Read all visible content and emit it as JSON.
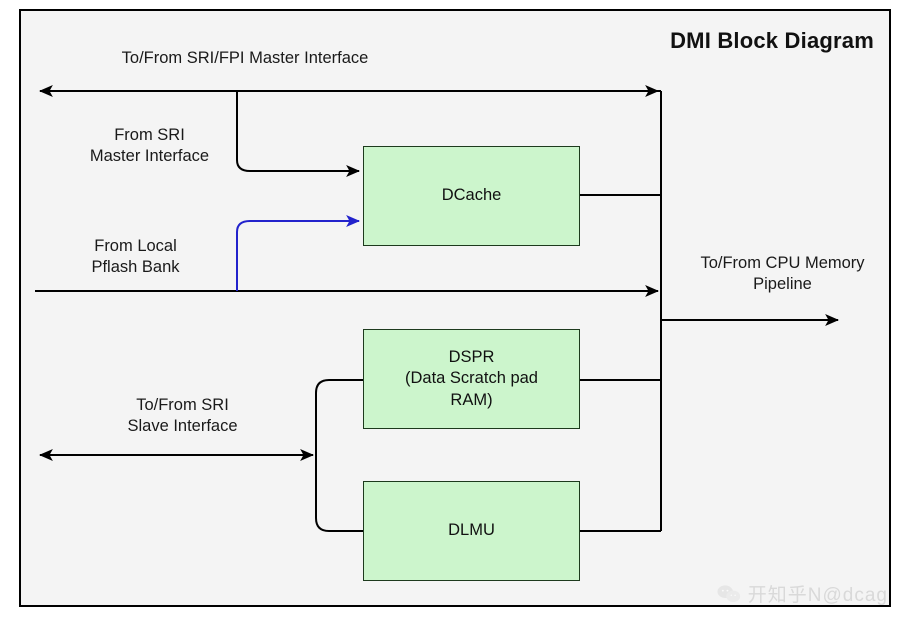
{
  "diagram": {
    "title": "DMI Block Diagram",
    "blocks": [
      {
        "id": "dcache",
        "label": "DCache"
      },
      {
        "id": "dspr",
        "label": "DSPR\n(Data Scratch pad\nRAM)"
      },
      {
        "id": "dlmu",
        "label": "DLMU"
      }
    ],
    "labels": {
      "sri_fpi_master": "To/From SRI/FPI Master Interface",
      "from_sri_master": "From SRI\nMaster Interface",
      "from_local_pflash": "From Local\nPflash Bank",
      "cpu_memory_pipeline": "To/From CPU Memory\nPipeline",
      "sri_slave": "To/From SRI\nSlave Interface"
    },
    "colors": {
      "block_fill": "#ccf5cc",
      "block_border": "#1d3a1d",
      "line": "#000000",
      "pflash_line": "#2222cc",
      "canvas": "#f4f4f4"
    },
    "watermark": {
      "text": "开知乎N@dcag",
      "icon": "wechat-icon"
    }
  }
}
